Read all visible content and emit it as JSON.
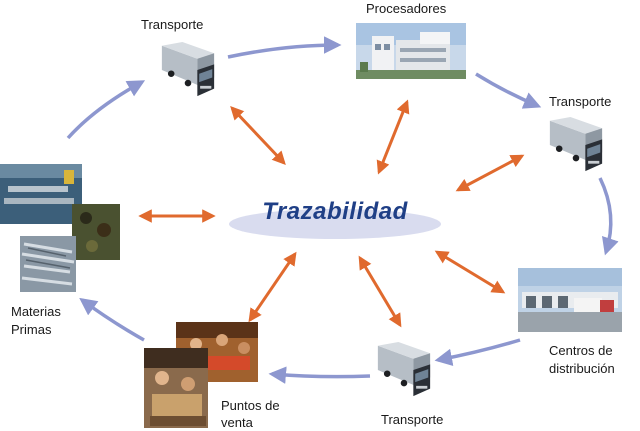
{
  "center": {
    "title": "Trazabilidad"
  },
  "nodes": {
    "transporte_top": "Transporte",
    "procesadores": "Procesadores",
    "transporte_right": "Transporte",
    "centros_line1": "Centros de",
    "centros_line2": "distribución",
    "transporte_bottom": "Transporte",
    "puntos_line1": "Puntos de",
    "puntos_line2": "venta",
    "materias_line1": "Materias",
    "materias_line2": "Primas"
  },
  "colors": {
    "cycle_arrow": "#8d97cf",
    "link_arrow": "#e06a2e",
    "title": "#1f3f86",
    "ellipse": "#d9dcef"
  },
  "icons": [
    "truck-icon",
    "factory-photo",
    "warehouse-photo",
    "market-photo",
    "fish-photo"
  ]
}
